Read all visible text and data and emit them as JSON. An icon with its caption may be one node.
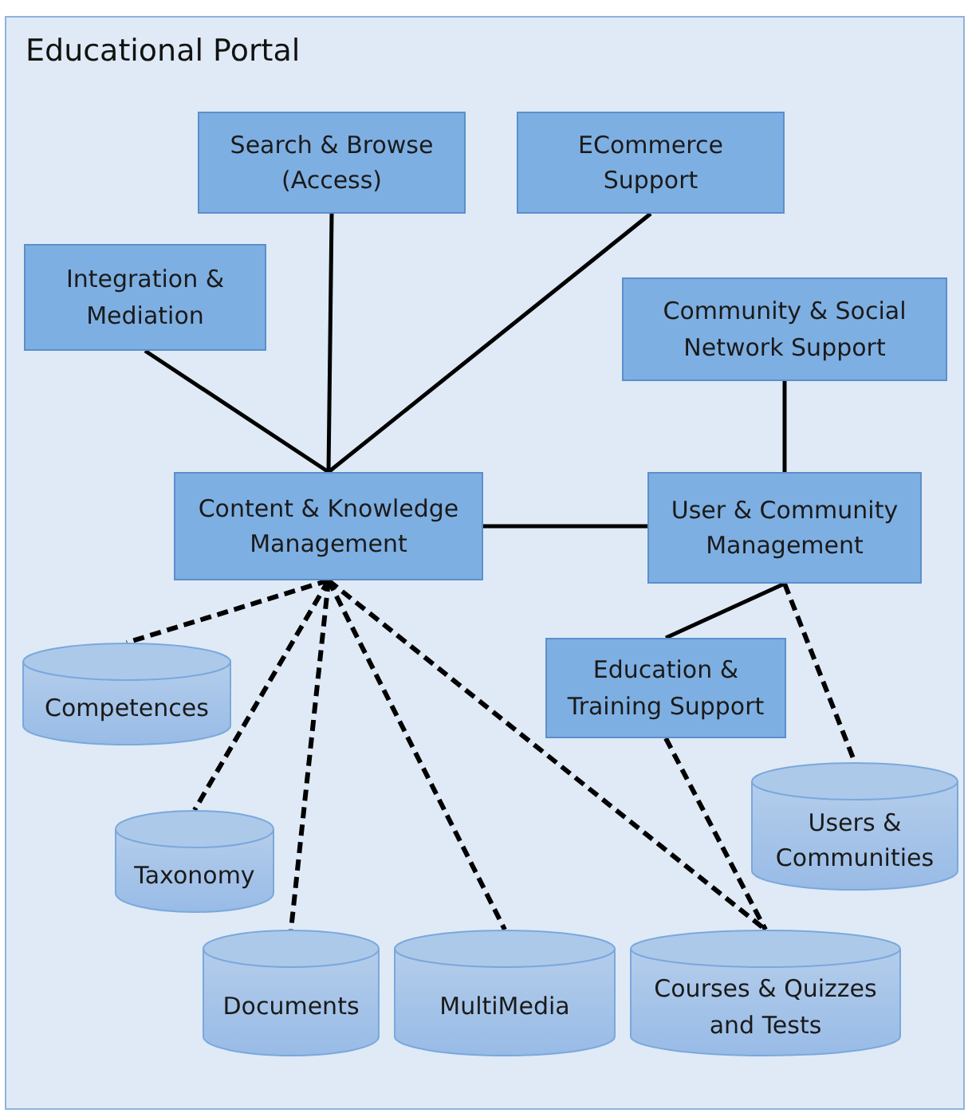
{
  "diagram": {
    "nodes": [
      {
        "text": [
          "Educational Portal"
        ]
      },
      {
        "text": [
          "Search & Browse (Access)"
        ],
        "in": 0
      },
      {
        "text": [
          "ECommerce Support"
        ],
        "in": 0
      },
      {
        "text": [
          "Integration & Mediation"
        ],
        "in": 0
      },
      {
        "text": [
          "Community & Social Network Support"
        ],
        "in": 0
      },
      {
        "text": [
          "Content & Knowledge Management"
        ],
        "in": 0
      },
      {
        "text": [
          "User & Community Management"
        ],
        "in": 0
      },
      {
        "text": [
          "Education & Training Support"
        ],
        "in": 0
      },
      {
        "text": [
          "Competences"
        ],
        "in": 0
      },
      {
        "text": [
          "Taxonomy"
        ],
        "in": 0
      },
      {
        "text": [
          "Users & Communities"
        ],
        "in": 0
      },
      {
        "text": [
          "Documents"
        ],
        "in": 0
      },
      {
        "text": [
          "MultiMedia"
        ],
        "in": 0
      },
      {
        "text": [
          "Courses & Quizzes and Tests"
        ],
        "in": 0
      }
    ],
    "edges": [
      {
        "from": 1,
        "to": 5,
        "arrow": "none"
      },
      {
        "from": 2,
        "to": 5,
        "arrow": "none"
      },
      {
        "from": 3,
        "to": 5,
        "arrow": "none"
      },
      {
        "from": 4,
        "to": 6,
        "arrow": "none"
      },
      {
        "from": 5,
        "to": 6,
        "arrow": "none"
      },
      {
        "from": 6,
        "to": 7,
        "arrow": "none"
      },
      {
        "from": 5,
        "to": 8,
        "arrow": "none",
        "style": "dashed"
      },
      {
        "from": 5,
        "to": 9,
        "arrow": "none",
        "style": "dashed"
      },
      {
        "from": 5,
        "to": 11,
        "arrow": "none",
        "style": "dashed"
      },
      {
        "from": 5,
        "to": 12,
        "arrow": "none",
        "style": "dashed"
      },
      {
        "from": 5,
        "to": 13,
        "arrow": "none",
        "style": "dashed"
      },
      {
        "from": 7,
        "to": 13,
        "arrow": "none",
        "style": "dashed"
      },
      {
        "from": 6,
        "to": 10,
        "arrow": "none",
        "style": "dashed"
      }
    ]
  }
}
